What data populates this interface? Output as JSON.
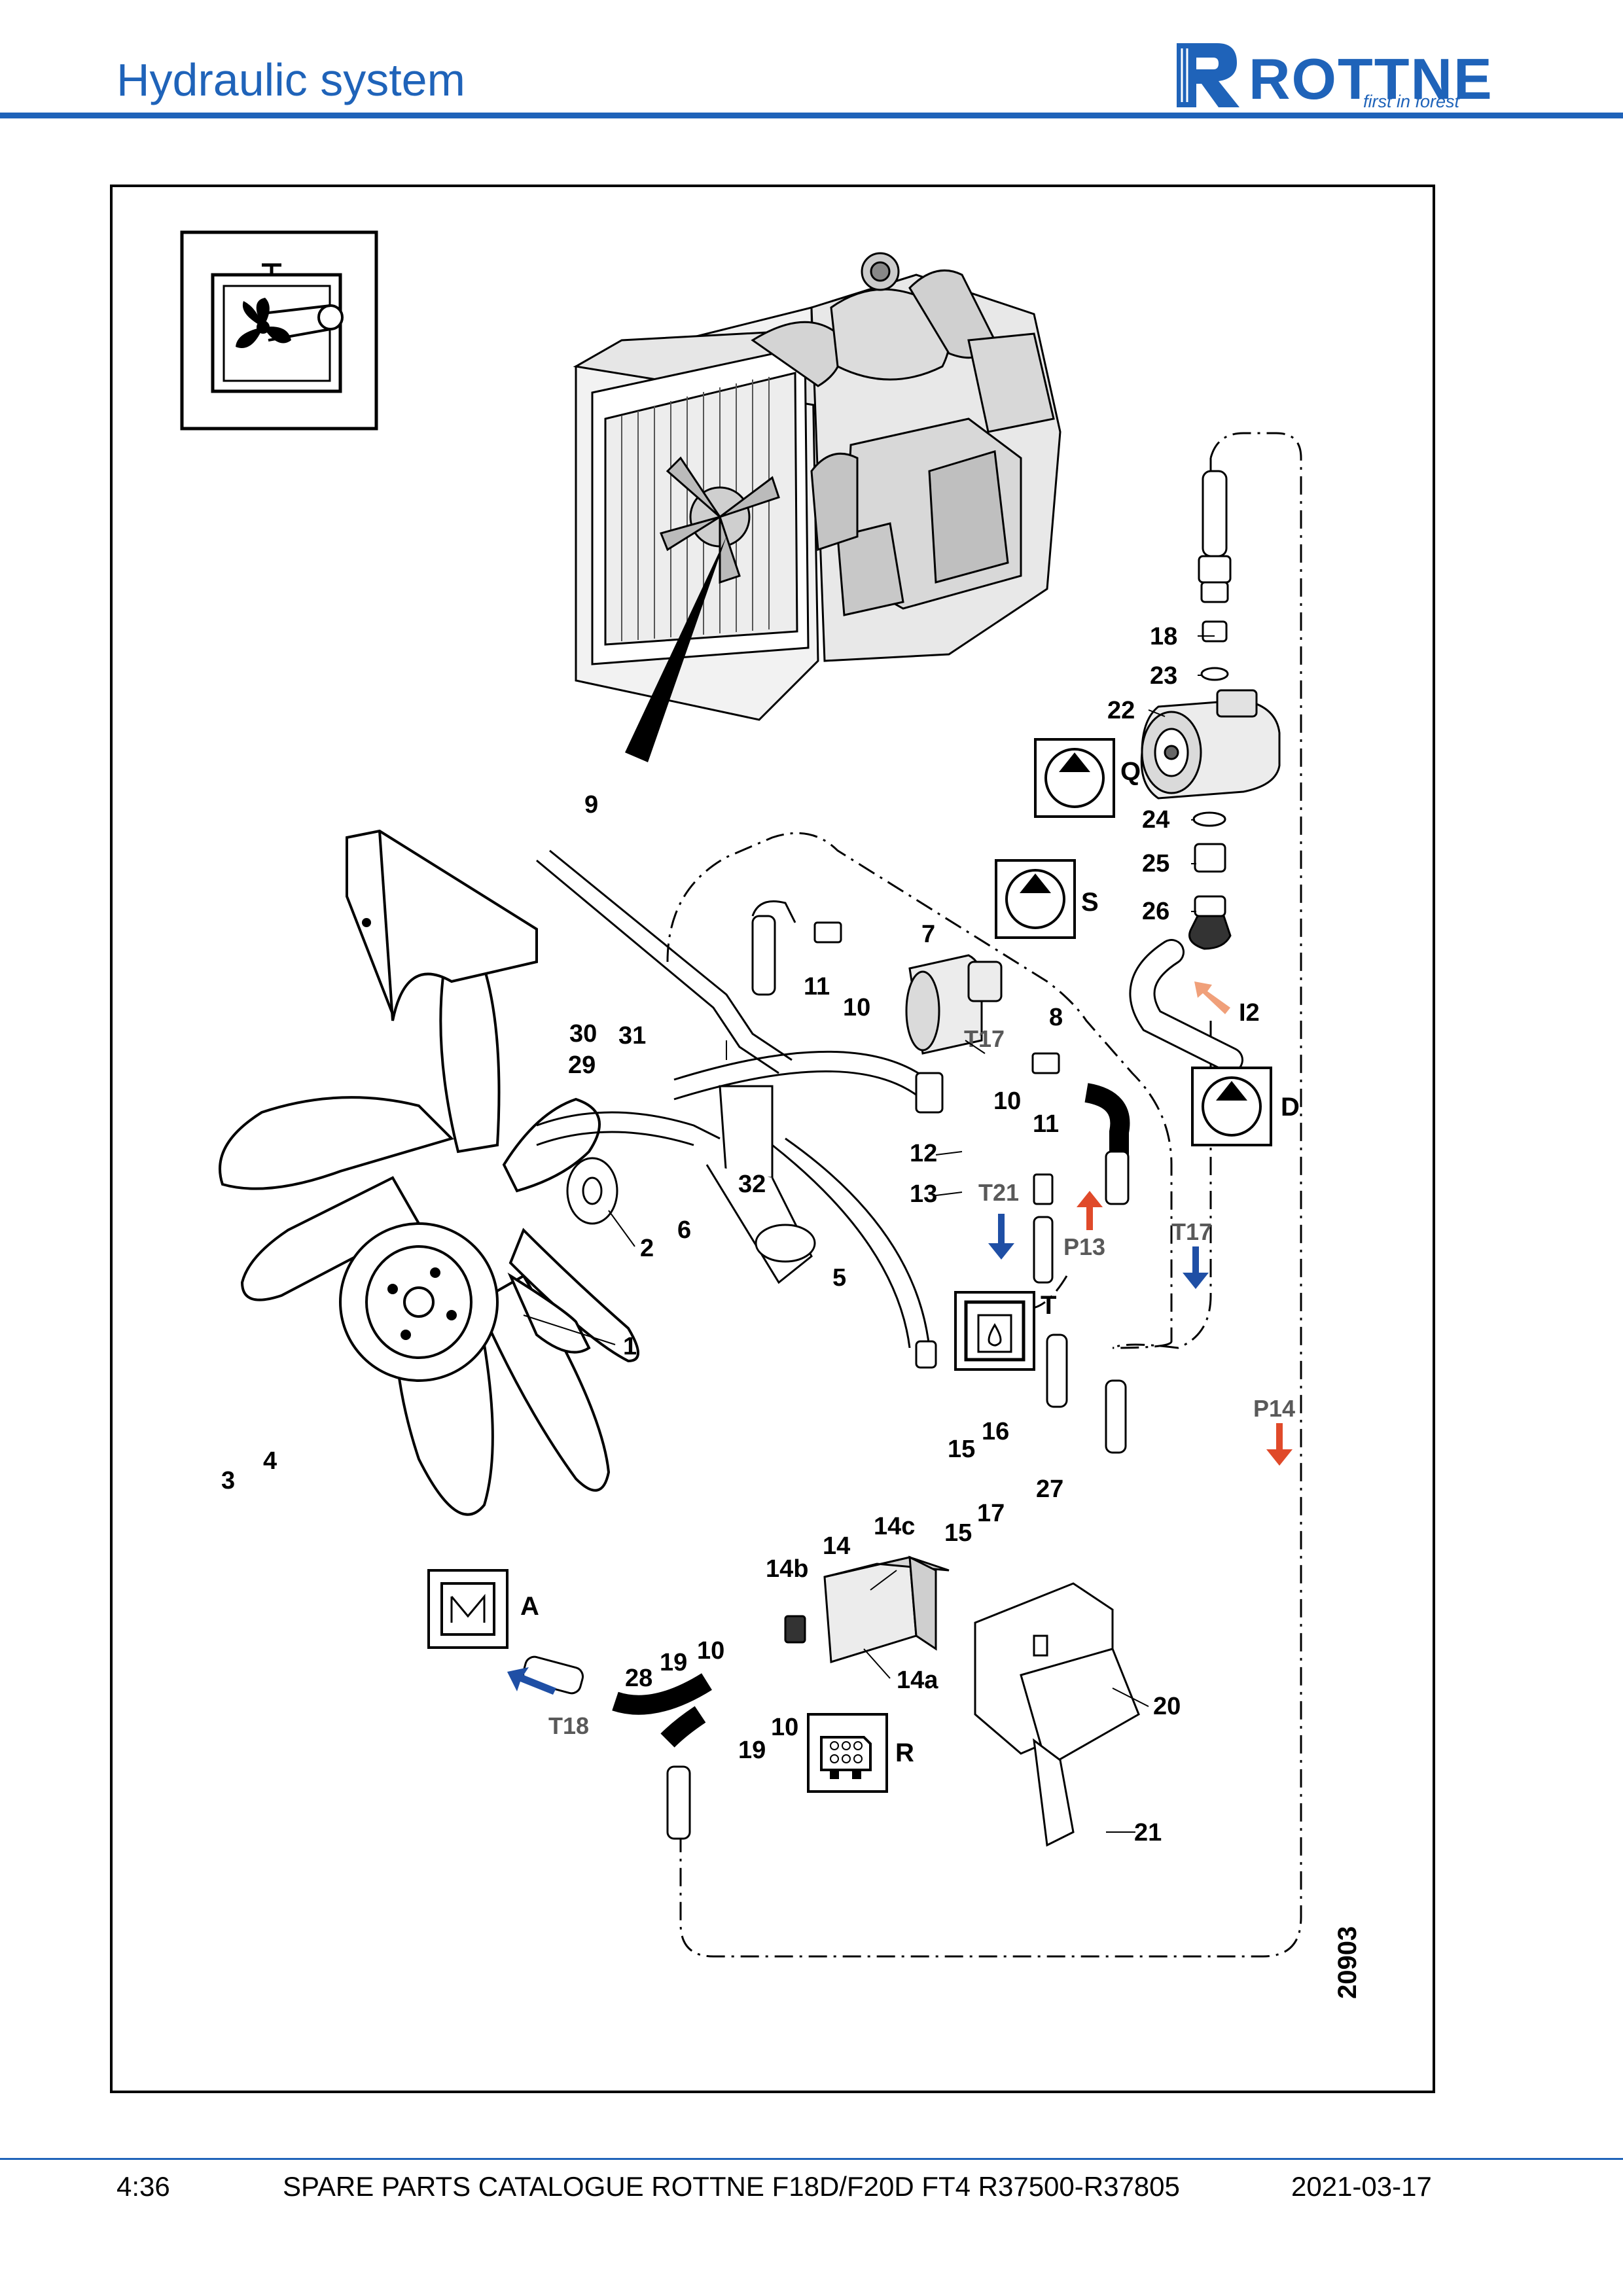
{
  "header": {
    "title": "Hydraulic system",
    "logo": {
      "brand": "ROTTNE",
      "tagline": "first in forest"
    }
  },
  "diagram": {
    "document_number": "20903",
    "symbols": [
      "Q",
      "S",
      "D",
      "T",
      "A",
      "R"
    ],
    "part_labels": [
      "1",
      "2",
      "3",
      "4",
      "5",
      "6",
      "7",
      "8",
      "9",
      "10",
      "10",
      "10",
      "10",
      "11",
      "11",
      "12",
      "13",
      "14",
      "14a",
      "14b",
      "14c",
      "15",
      "15",
      "16",
      "17",
      "18",
      "19",
      "19",
      "20",
      "21",
      "22",
      "23",
      "24",
      "25",
      "26",
      "27",
      "28",
      "29",
      "30",
      "31",
      "32"
    ],
    "flow_labels": [
      {
        "text": "T17",
        "color": "#1f4fa5"
      },
      {
        "text": "T21",
        "color": "#1f4fa5"
      },
      {
        "text": "P13",
        "color": "#e04a2a"
      },
      {
        "text": "T17",
        "color": "#1f4fa5"
      },
      {
        "text": "P14",
        "color": "#e04a2a"
      },
      {
        "text": "T18",
        "color": "#1f4fa5"
      },
      {
        "text": "I2",
        "color": "#f0a07a"
      }
    ],
    "colors": {
      "pressure": "#e04a2a",
      "tank": "#1f4fa5",
      "intake": "#f0a07a"
    }
  },
  "footer": {
    "page": "4:36",
    "catalogue": "SPARE PARTS CATALOGUE ROTTNE F18D/F20D FT4 R37500-R37805",
    "date": "2021-03-17"
  }
}
